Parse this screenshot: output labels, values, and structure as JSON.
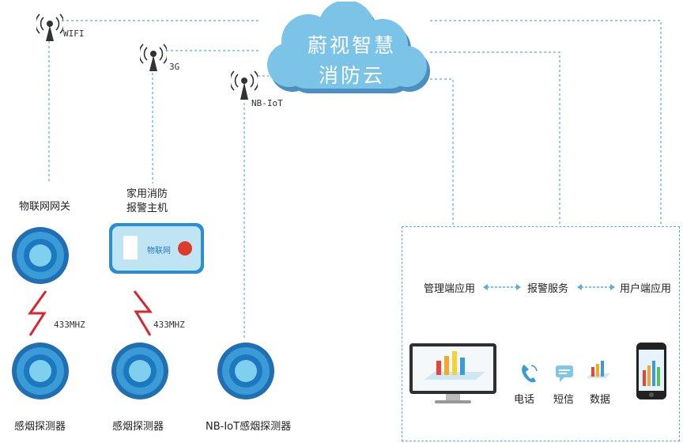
{
  "cloud": {
    "line1": "蔚视智慧",
    "line2": "消防云"
  },
  "networks": {
    "wifi": "WIFI",
    "g3": "3G",
    "nbiot": "NB-IoT"
  },
  "devices": {
    "gateway": "物联网网关",
    "host_line1": "家用消防",
    "host_line2": "报警主机",
    "host_badge": "物联网",
    "freq1": "433MHZ",
    "freq2": "433MHZ",
    "detector1": "感烟探测器",
    "detector2": "感烟探测器",
    "detector3": "NB-IoT感烟探测器"
  },
  "services": {
    "management": "管理端应用",
    "alarm": "报警服务",
    "user": "用户端应用",
    "phone": "电话",
    "sms": "短信",
    "data": "数据"
  },
  "colors": {
    "accent": "#5aaed8",
    "cloud": "#7cc3e8",
    "cloud_shadow": "#4a8fbf",
    "bolt": "#d8262e",
    "led": "#e03a2a"
  }
}
